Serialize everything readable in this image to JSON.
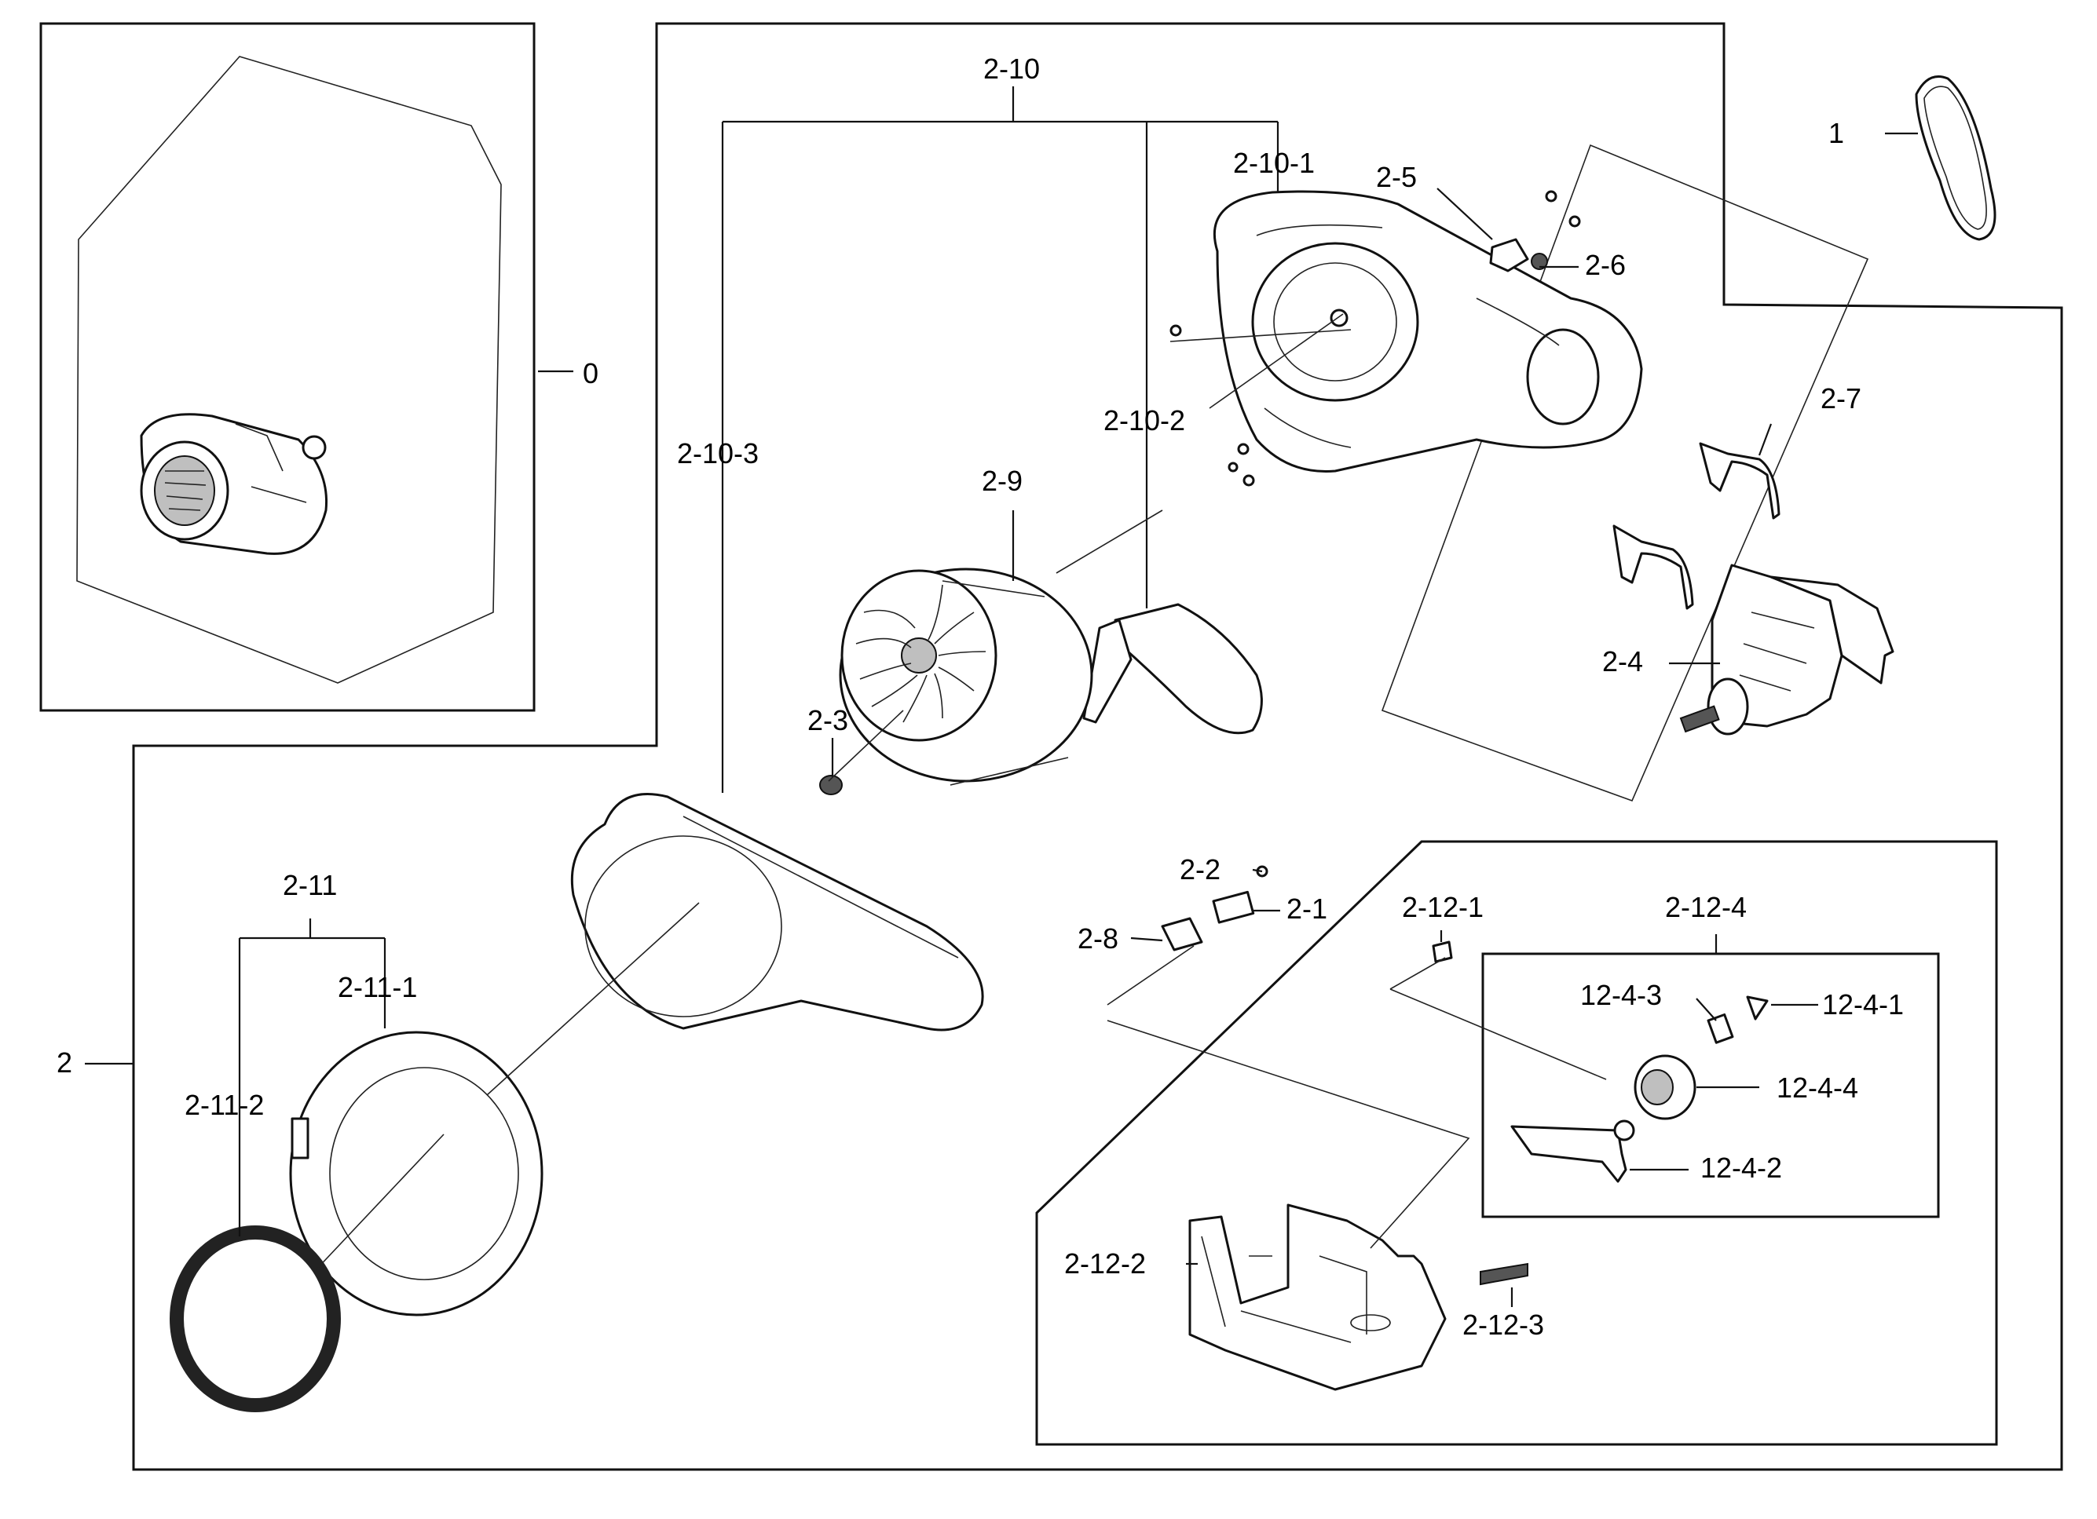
{
  "labels": {
    "l0": "0",
    "l1": "1",
    "l2": "2",
    "l2_1": "2-1",
    "l2_2": "2-2",
    "l2_3": "2-3",
    "l2_4": "2-4",
    "l2_5": "2-5",
    "l2_6": "2-6",
    "l2_7": "2-7",
    "l2_8": "2-8",
    "l2_9": "2-9",
    "l2_10": "2-10",
    "l2_10_1": "2-10-1",
    "l2_10_2": "2-10-2",
    "l2_10_3": "2-10-3",
    "l2_11": "2-11",
    "l2_11_1": "2-11-1",
    "l2_11_2": "2-11-2",
    "l2_12_1": "2-12-1",
    "l2_12_2": "2-12-2",
    "l2_12_3": "2-12-3",
    "l2_12_4": "2-12-4",
    "l12_4_1": "12-4-1",
    "l12_4_2": "12-4-2",
    "l12_4_3": "12-4-3",
    "l12_4_4": "12-4-4"
  }
}
